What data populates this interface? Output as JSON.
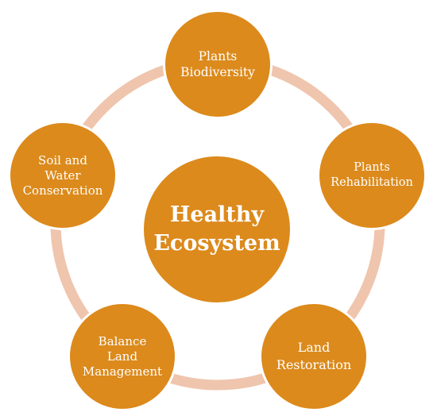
{
  "diagram": {
    "center": {
      "label": "Healthy\nEcosystem"
    },
    "nodes": [
      {
        "label": "Plants\nBiodiversity"
      },
      {
        "label": "Plants\nRehabilitation"
      },
      {
        "label": "Land\nRestoration"
      },
      {
        "label": "Balance\nLand\nManagement"
      },
      {
        "label": "Soil and\nWater\nConservation"
      }
    ],
    "colors": {
      "node_fill": "#DC8A1C",
      "node_border": "#ffffff",
      "ring": "#EFC5AD",
      "text": "#ffffff"
    }
  }
}
